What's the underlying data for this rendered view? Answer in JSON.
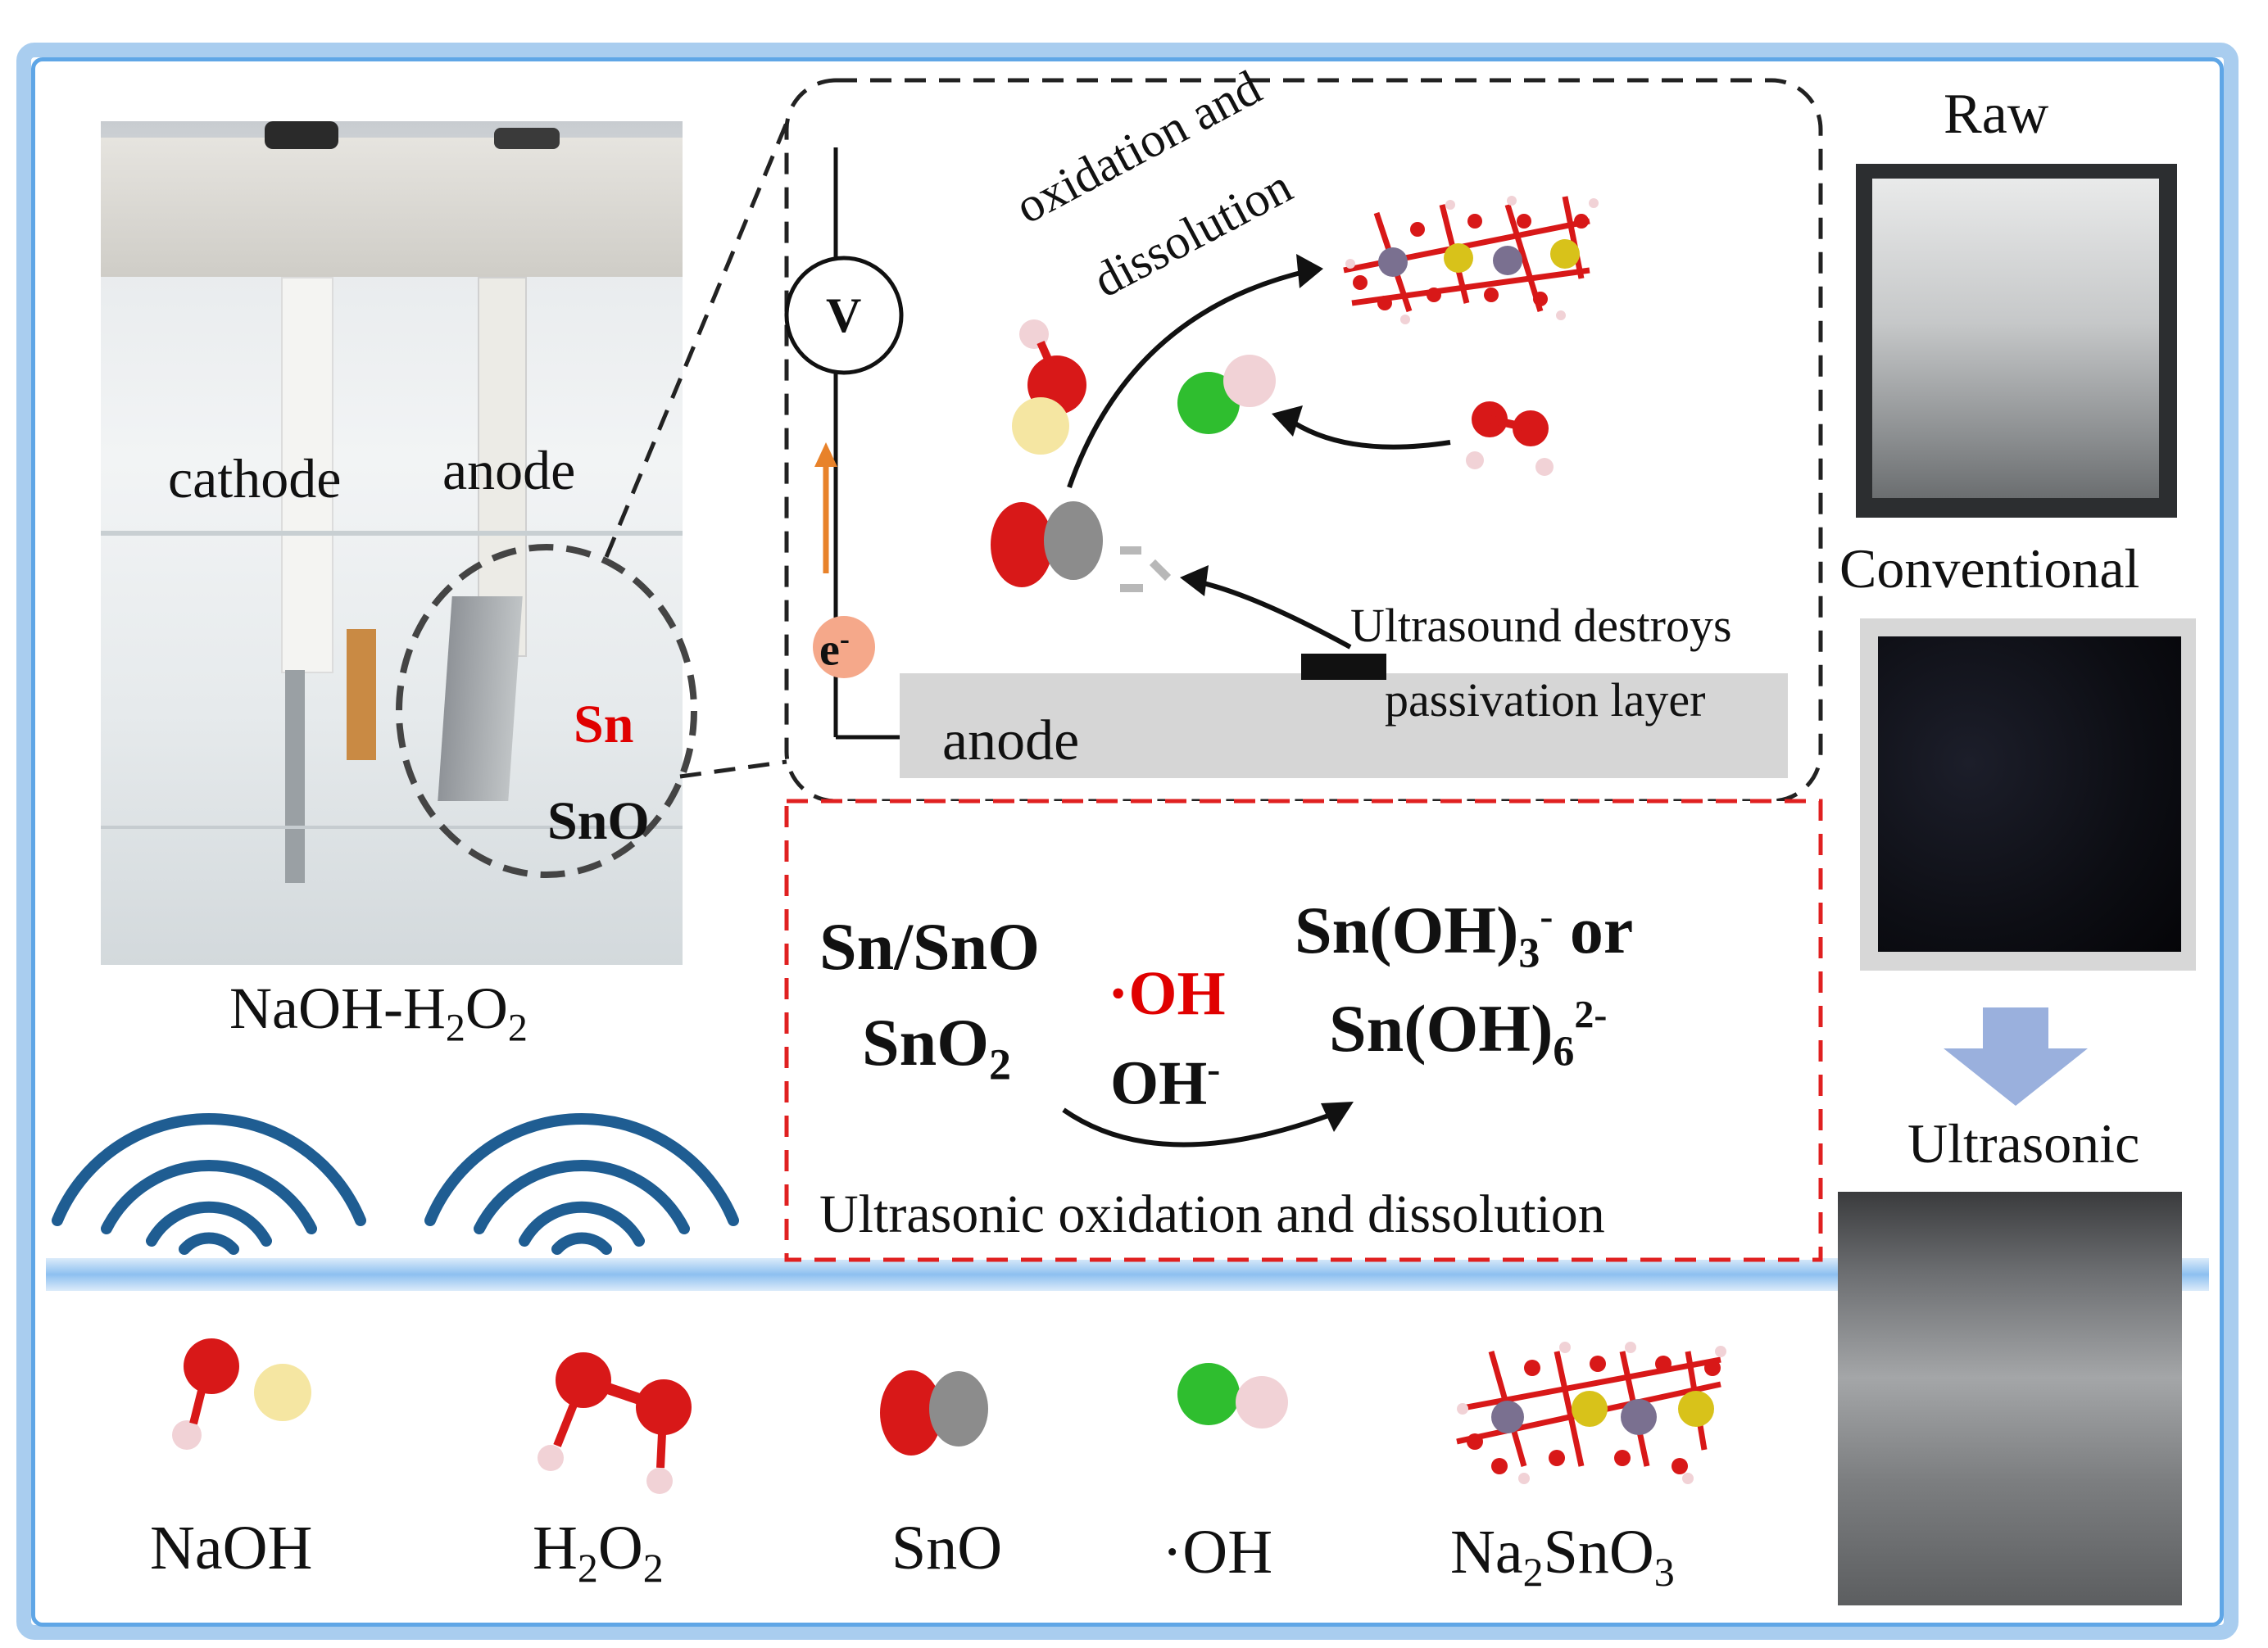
{
  "beaker_photo": {
    "labels": {
      "cathode": "cathode",
      "anode": "anode",
      "sn": "Sn",
      "sno": "SnO"
    },
    "caption_parts": {
      "a": "NaOH-H",
      "sub1": "2",
      "b": "O",
      "sub2": "2"
    }
  },
  "mechanism_panel": {
    "voltmeter": "V",
    "electron_base": "e",
    "electron_sup": "-",
    "reaction_label_line1": "oxidation and",
    "reaction_label_line2": "dissolution",
    "anode_label": "anode",
    "ultrasound_note_line1": "Ultrasound destroys",
    "ultrasound_note_line2": "passivation layer"
  },
  "reaction_box": {
    "reactant_line1": "Sn/SnO",
    "reactant_line2_base": "SnO",
    "reactant_line2_sub": "2",
    "radical": "·OH",
    "hydroxide_base": "OH",
    "hydroxide_sup": "-",
    "product_line1_base": "Sn(OH)",
    "product_line1_sub": "3",
    "product_line1_sup": "-",
    "product_line1_tail": " or",
    "product_line2_base": "Sn(OH)",
    "product_line2_sub": "6",
    "product_line2_sup": "2-",
    "caption": "Ultrasonic oxidation and dissolution"
  },
  "samples": {
    "raw": "Raw",
    "conventional": "Conventional",
    "ultrasonic": "Ultrasonic"
  },
  "legend": {
    "naoh": "NaOH",
    "h2o2": {
      "a": "H",
      "sub1": "2",
      "b": "O",
      "sub2": "2"
    },
    "sno": "SnO",
    "oh_radical": "·OH",
    "na2sno3": {
      "a": "Na",
      "sub1": "2",
      "b": "SnO",
      "sub2": "3"
    }
  },
  "colors": {
    "frame_light": "#a9cdef",
    "frame_dark": "#5fa6e6",
    "wave": "#1f5d92",
    "oxygen": "#d81818",
    "hydrogen": "#f1d2d6",
    "sodium": "#f5e6a2",
    "tin": "#8c8c8c",
    "hydroxyl_radical": "#2fbe2f",
    "reaction_box_border": "#e02020",
    "radical_text": "#e00000",
    "electron": "#f5a88a",
    "current_arrow": "#e8822a",
    "down_arrow": "#9ab0dd"
  }
}
